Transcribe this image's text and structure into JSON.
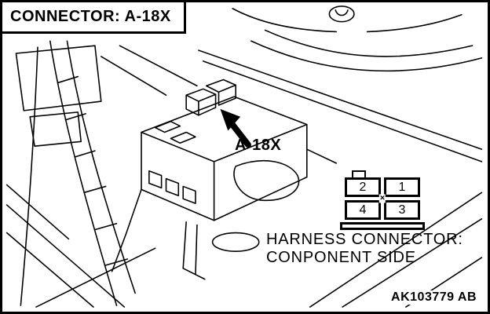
{
  "title": "CONNECTOR: A-18X",
  "callout": {
    "label": "A-18X"
  },
  "pinout": {
    "pins": [
      "2",
      "1",
      "4",
      "3"
    ],
    "center_mark": "×"
  },
  "caption": {
    "line1": "HARNESS CONNECTOR:",
    "line2": "CONPONENT SIDE"
  },
  "ref_code": "AK103779 AB",
  "icons": {
    "hood_latch": "hood-latch-icon",
    "callout_arrow": "callout-arrow-icon"
  },
  "colors": {
    "line": "#000000",
    "background": "#ffffff"
  }
}
